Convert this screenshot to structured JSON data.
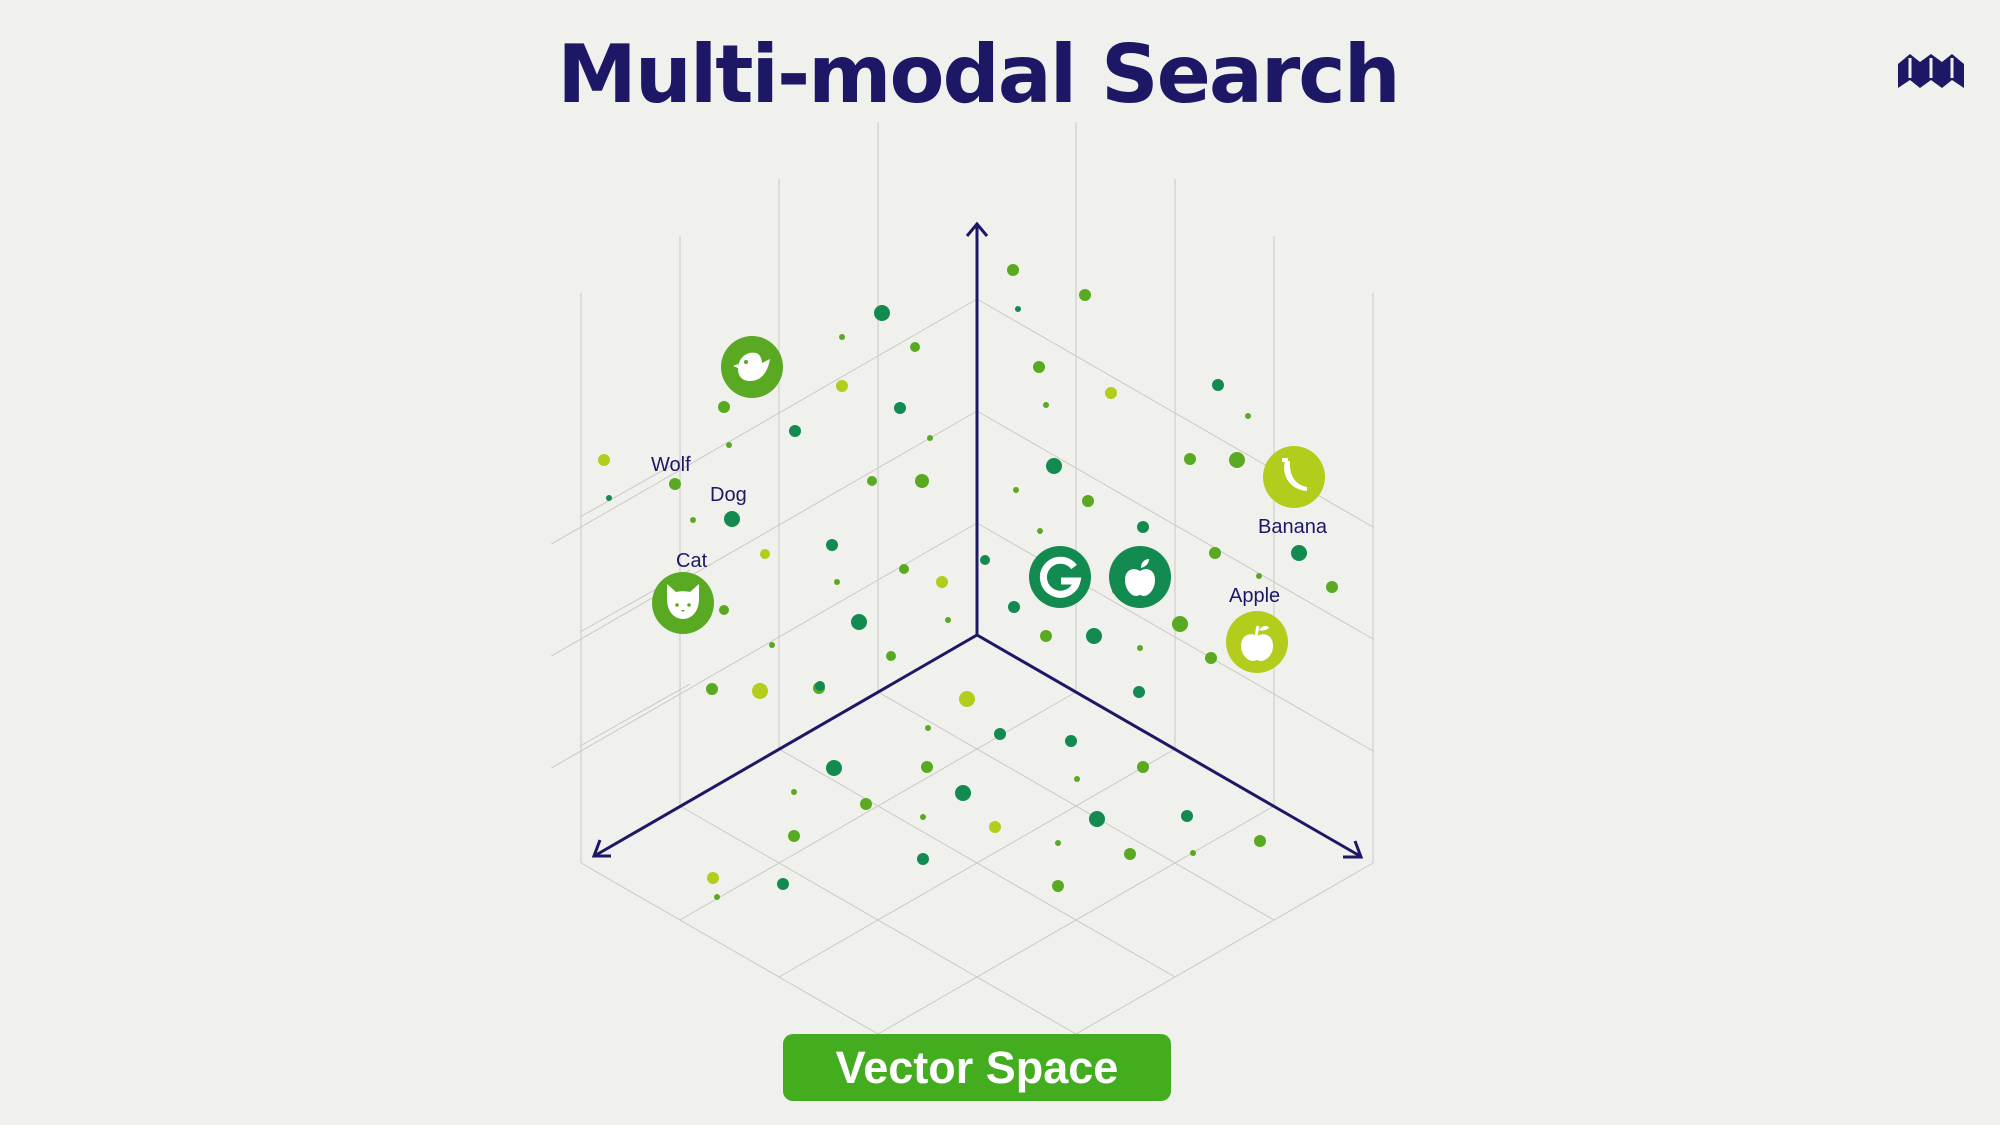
{
  "page": {
    "title": "Multi-modal Search",
    "footer_label": "Vector Space"
  },
  "brand": {
    "icon": "brand-logo-icon",
    "color": "#1c1866"
  },
  "colors": {
    "background": "#f0f0ec",
    "axis": "#1c1866",
    "grid": "#c9c9c6",
    "dark_green": "#128a50",
    "mid_green": "#5aa923",
    "lime": "#b4cc1c",
    "badge": "#43ad1f"
  },
  "labels": {
    "wolf": "Wolf",
    "dog": "Dog",
    "cat": "Cat",
    "banana": "Banana",
    "apple": "Apple"
  },
  "icon_nodes": [
    {
      "name": "bird-node",
      "icon": "bird-icon",
      "color": "#5aa923"
    },
    {
      "name": "cat-node",
      "icon": "cat-icon",
      "color": "#5aa923"
    },
    {
      "name": "google-node",
      "icon": "google-icon",
      "color": "#128a50"
    },
    {
      "name": "apple-company-node",
      "icon": "apple-logo-icon",
      "color": "#128a50"
    },
    {
      "name": "banana-node",
      "icon": "banana-icon",
      "color": "#b4cc1c"
    },
    {
      "name": "apple-fruit-node",
      "icon": "apple-fruit-icon",
      "color": "#b4cc1c"
    }
  ]
}
